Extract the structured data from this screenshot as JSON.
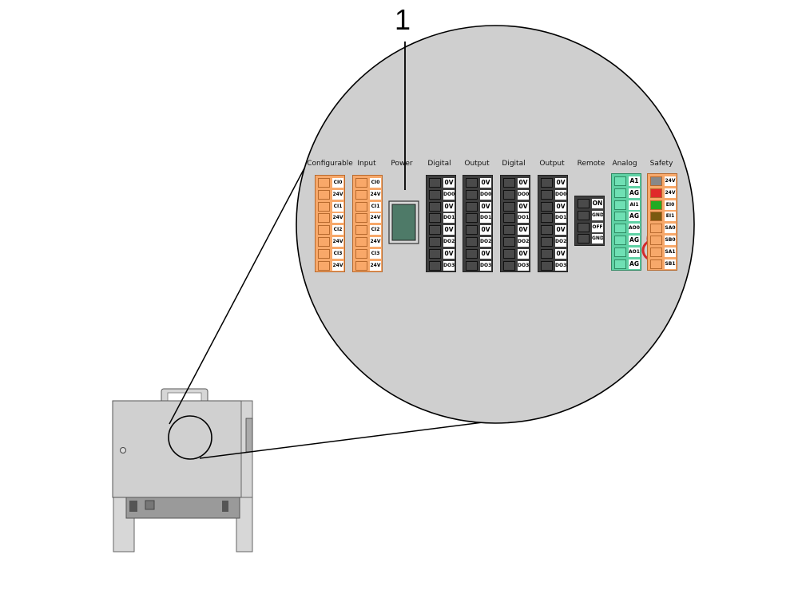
{
  "callout": {
    "number": "1"
  },
  "terminal_groups": [
    {
      "id": "configurable",
      "label": "Configurable",
      "color": "#f7a86a",
      "frame": "#b86a2e",
      "labels": [
        "CI0",
        "24V",
        "CI1",
        "24V",
        "CI2",
        "24V",
        "CI3",
        "24V"
      ]
    },
    {
      "id": "input",
      "label": "Input",
      "color": "#f7a86a",
      "frame": "#b86a2e",
      "labels": [
        "CI0",
        "24V",
        "CI1",
        "24V",
        "CI2",
        "24V",
        "CI3",
        "24V"
      ]
    },
    {
      "id": "digital-1",
      "label": "Digital",
      "color": "#3e3e3e",
      "frame": "#222222",
      "labels": [
        "0V",
        "DO0",
        "0V",
        "DO1",
        "0V",
        "DO2",
        "0V",
        "DO3"
      ]
    },
    {
      "id": "output-1",
      "label": "Output",
      "color": "#3e3e3e",
      "frame": "#222222",
      "labels": [
        "0V",
        "DO0",
        "0V",
        "DO1",
        "0V",
        "DO2",
        "0V",
        "DO3"
      ]
    },
    {
      "id": "digital-2",
      "label": "Digital",
      "color": "#3e3e3e",
      "frame": "#222222",
      "labels": [
        "0V",
        "DO0",
        "0V",
        "DO1",
        "0V",
        "DO2",
        "0V",
        "DO3"
      ]
    },
    {
      "id": "output-2",
      "label": "Output",
      "color": "#3e3e3e",
      "frame": "#222222",
      "labels": [
        "0V",
        "DO0",
        "0V",
        "DO1",
        "0V",
        "DO2",
        "0V",
        "DO3"
      ]
    },
    {
      "id": "remote",
      "label": "Remote",
      "color": "#3e3e3e",
      "frame": "#222222",
      "labels": [
        "ON",
        "GND",
        "OFF",
        "GND"
      ]
    },
    {
      "id": "analog",
      "label": "Analog",
      "color": "#5fd1a4",
      "frame": "#2e8a63",
      "labels": [
        "A1",
        "AG",
        "AI1",
        "AG",
        "AO0",
        "AG",
        "AO1",
        "AG"
      ]
    },
    {
      "id": "safety",
      "label": "Safety",
      "color": "#f7a86a",
      "frame": "#b86a2e",
      "labels": [
        "24V",
        "24V",
        "EI0",
        "EI1",
        "SA0",
        "SB0",
        "SA1",
        "SB1"
      ],
      "cell_colors": [
        "#888888",
        "#e02a2a",
        "#22aa22",
        "#7a5a10",
        "#f7a86a",
        "#f7a86a",
        "#f7a86a",
        "#f7a86a"
      ]
    }
  ],
  "power": {
    "label": "Power"
  },
  "colors": {
    "magnifier_fill": "#cfcfcf",
    "jumper": "#d22b2b",
    "cabinet": "#d0d0d0"
  }
}
